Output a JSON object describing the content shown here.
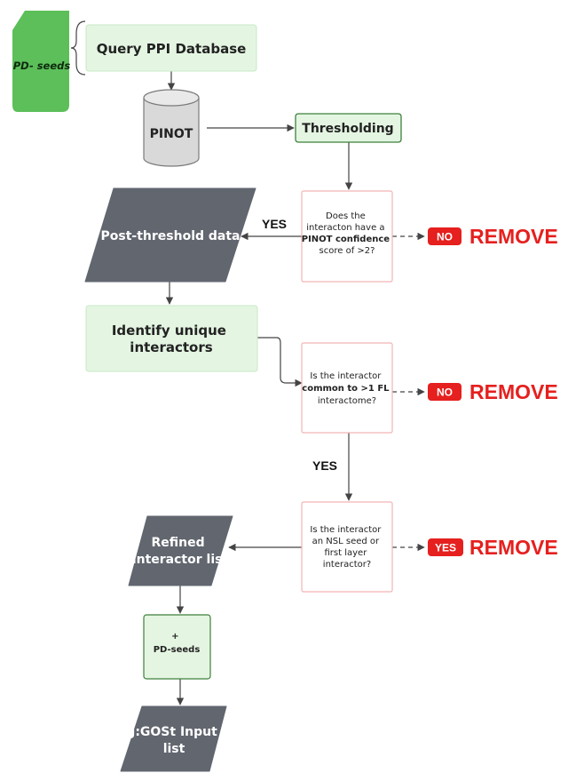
{
  "colors": {
    "seed_green": "#5cbf5a",
    "process_fill": "#e4f6e2",
    "process_border": "#c8e8c6",
    "data_dark": "#61666f",
    "decision_border": "#f2b4b4",
    "remove_red": "#e5201e",
    "arrow": "#444444"
  },
  "pd_seeds": {
    "label": "PD- seeds",
    "icon": "card-shape"
  },
  "query": {
    "label": "Query PPI Database"
  },
  "pinot_db": {
    "label": "PINOT",
    "icon": "database-cylinder"
  },
  "thresholding": {
    "label": "Thresholding"
  },
  "post_threshold": {
    "label": "Post-threshold data"
  },
  "decision1": {
    "line1": "Does the",
    "line2": "interacton have a",
    "line3": "PINOT confidence",
    "line4": "score of  >2?"
  },
  "decision1_yes": "YES",
  "decision1_no": {
    "badge": "NO",
    "action": "REMOVE"
  },
  "identify": {
    "line1": "Identify unique",
    "line2": "interactors"
  },
  "decision2": {
    "line1": "Is the interactor",
    "line2": "common to >1 FL",
    "line3": "interactome?"
  },
  "decision2_no": {
    "badge": "NO",
    "action": "REMOVE"
  },
  "decision2_yes": "YES",
  "decision3": {
    "line1": "Is the interactor",
    "line2": "an NSL seed or",
    "line3": "first layer",
    "line4": "interactor?"
  },
  "decision3_yes": {
    "badge": "YES",
    "action": "REMOVE"
  },
  "refined": {
    "line1": "Refined",
    "line2": "interactor list"
  },
  "plus_seeds": {
    "line1": "+",
    "line2": "PD-seeds"
  },
  "gost": {
    "line1": "g:GOSt Input",
    "line2": "list"
  }
}
